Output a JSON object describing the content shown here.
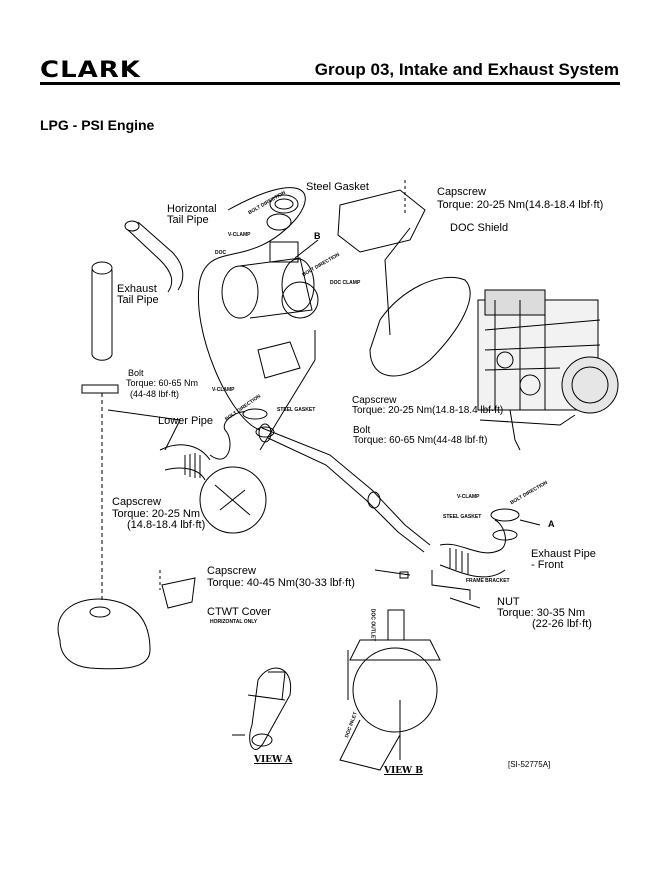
{
  "header": {
    "logo": "CLARK",
    "title": "Group 03, Intake and Exhaust System"
  },
  "subtitle": "LPG - PSI Engine",
  "callouts": {
    "steel_gasket_top": "Steel Gasket",
    "capscrew_doc_title": "Capscrew",
    "capscrew_doc_torque": "Torque: 20-25 Nm(14.8-18.4 lbf·ft)",
    "doc_shield": "DOC Shield",
    "horizontal_tail_pipe_1": "Horizontal",
    "horizontal_tail_pipe_2": "Tail Pipe",
    "exhaust_tail_pipe_1": "Exhaust",
    "exhaust_tail_pipe_2": "Tail Pipe",
    "bolt_left_title": "Bolt",
    "bolt_left_torque_1": "Torque: 60-65 Nm",
    "bolt_left_torque_2": "(44-48 lbf·ft)",
    "capscrew_mid_title": "Capscrew",
    "capscrew_mid_torque": "Torque: 20-25 Nm(14.8-18.4 lbf·ft)",
    "bolt_mid_title": "Bolt",
    "bolt_mid_torque": "Torque: 60-65 Nm(44-48 lbf·ft)",
    "lower_pipe": "Lower Pipe",
    "capscrew_left_title": "Capscrew",
    "capscrew_left_torque_1": "Torque: 20-25 Nm",
    "capscrew_left_torque_2": "(14.8-18.4 lbf·ft)",
    "exhaust_pipe_front_1": "Exhaust Pipe",
    "exhaust_pipe_front_2": "- Front",
    "capscrew_ctwt_title": "Capscrew",
    "capscrew_ctwt_torque": "Torque: 40-45 Nm(30-33 lbf·ft)",
    "ctwt_cover": "CTWT Cover",
    "horizontal_only": "HORIZONTAL ONLY",
    "nut_title": "NUT",
    "nut_torque_1": "Torque: 30-35 Nm",
    "nut_torque_2": "(22-26 lbf·ft)"
  },
  "diagram_labels": {
    "bolt_direction": "BOLT DIRECTION",
    "v_clamp": "V-CLAMP",
    "doc": "DOC",
    "doc_clamp": "DOC CLAMP",
    "steel_gasket_small": "STEEL GASKET",
    "frame_bracket": "FRAME BRACKET",
    "marker_b": "B",
    "marker_a": "A",
    "doc_outlet": "DOC OUTLET",
    "doc_inlet": "DOC INLET"
  },
  "views": {
    "view_a": "VIEW A",
    "view_b": "VIEW B"
  },
  "reference": "[SI-52775A]"
}
